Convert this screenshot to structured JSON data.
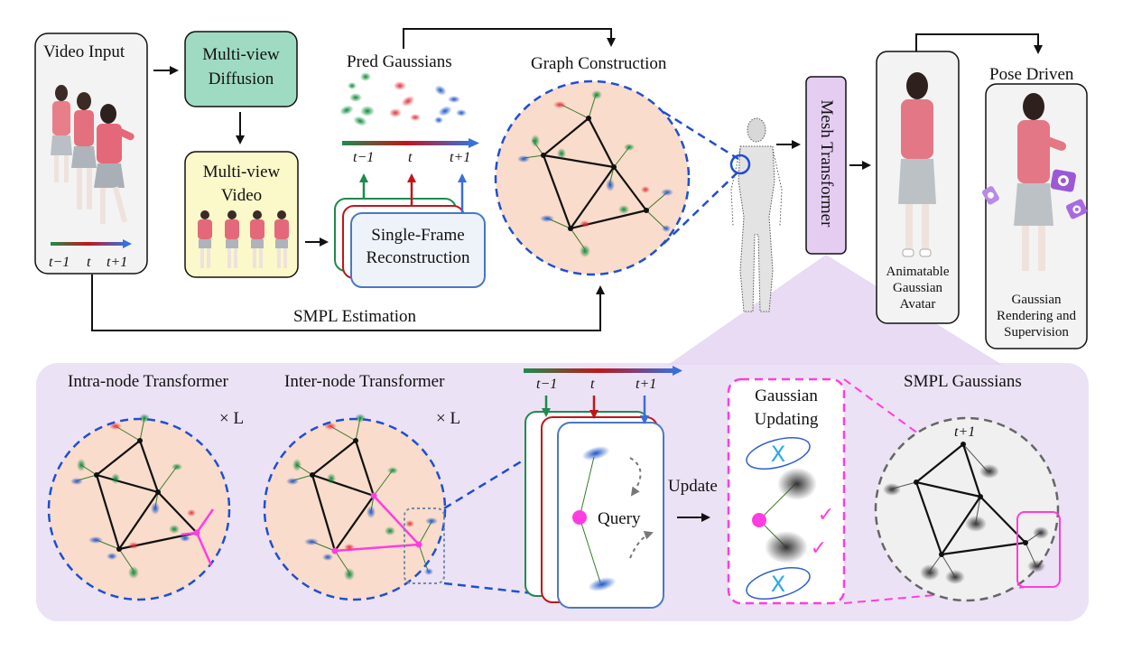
{
  "top": {
    "video_input": "Video Input",
    "video_t_labels": [
      "t−1",
      "t",
      "t+1"
    ],
    "multiview_diffusion": [
      "Multi-view",
      "Diffusion"
    ],
    "multiview_video": [
      "Multi-view",
      "Video"
    ],
    "pred_gaussians": "Pred Gaussians",
    "pred_t_labels": [
      "t−1",
      "t",
      "t+1"
    ],
    "single_frame": [
      "Single-Frame",
      "Reconstruction"
    ],
    "graph_construction": "Graph Construction",
    "smpl_estimation": "SMPL Estimation",
    "mesh_transformer": "Mesh Transformer",
    "animatable": [
      "Animatable",
      "Gaussian",
      "Avatar"
    ],
    "pose_driven": "Pose Driven",
    "rendering": [
      "Gaussian",
      "Rendering and",
      "Supervision"
    ]
  },
  "bottom": {
    "intra_node": "Intra-node Transformer",
    "inter_node": "Inter-node Transformer",
    "times_l": "× L",
    "query_t_labels": [
      "t−1",
      "t",
      "t+1"
    ],
    "query": "Query",
    "update": "Update",
    "gaussian_updating": [
      "Gaussian",
      "Updating"
    ],
    "smpl_gaussians": "SMPL Gaussians",
    "smpl_t": "t+1"
  },
  "colors": {
    "green": "#1f8a4c",
    "red": "#c0161b",
    "blue": "#3a6fd8",
    "magenta": "#ff3de0",
    "peach": "#f9dccb",
    "lavender": "#ece2f5"
  }
}
